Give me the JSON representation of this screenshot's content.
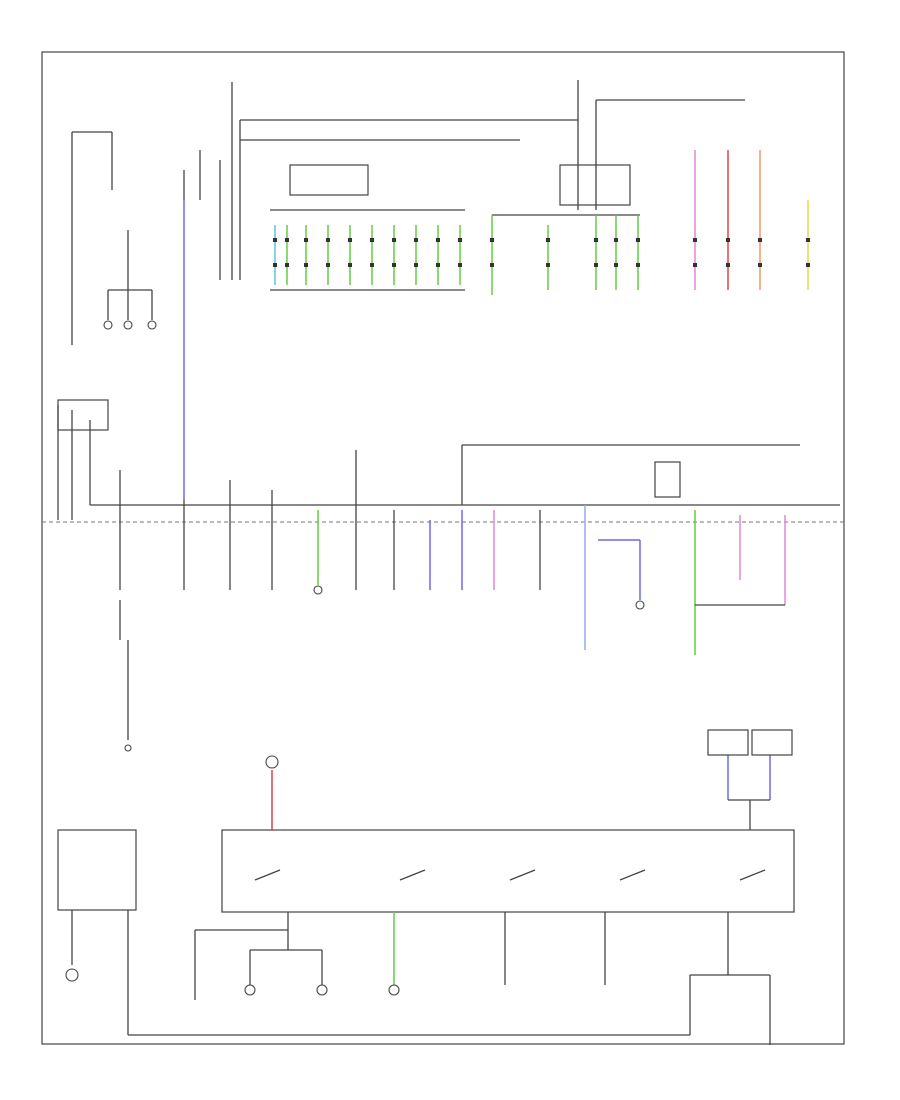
{
  "page": {
    "background": "#ffffff",
    "line_color": "#444444"
  },
  "wire_colors": {
    "black": "#3a3a3a",
    "blue": "#6a6ae8",
    "green": "#66cc44",
    "light_green": "#aaddaa",
    "cyan": "#55cccc",
    "pink": "#dd88dd",
    "red": "#dd4444",
    "orange": "#ee9966",
    "yellow": "#dddd44",
    "light_blue": "#99aaee"
  },
  "wires": {
    "top_fuse_row": [
      "cyan",
      "green",
      "green",
      "green",
      "green",
      "green",
      "green",
      "green",
      "green",
      "green"
    ],
    "top_right_group": [
      "green",
      "green",
      "green",
      "green",
      "green"
    ],
    "top_far_right": [
      "pink",
      "red",
      "orange",
      "yellow"
    ],
    "mid_row": [
      "black",
      "black",
      "black",
      "green",
      "black",
      "black",
      "blue",
      "blue",
      "pink",
      "black",
      "light_blue",
      "green",
      "pink",
      "pink"
    ],
    "bottom_row": [
      "black",
      "black",
      "black",
      "green",
      "black",
      "black",
      "black"
    ]
  },
  "icons": [
    "ground-icon",
    "switch-icon",
    "fuse-icon",
    "connector-icon"
  ]
}
